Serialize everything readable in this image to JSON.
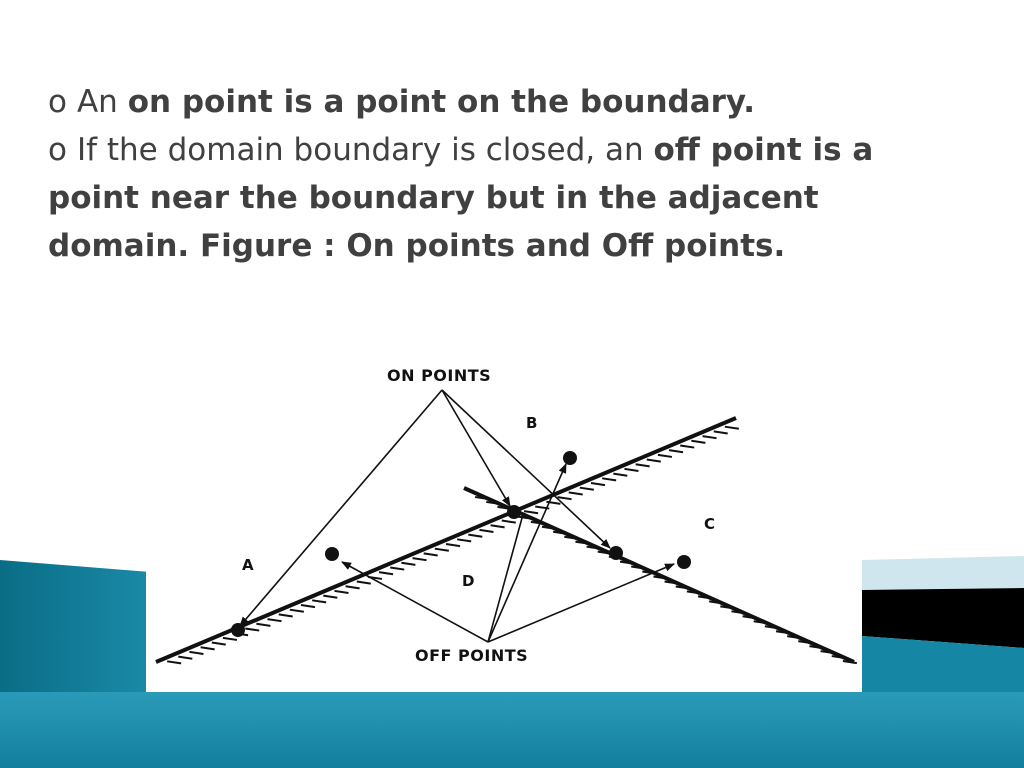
{
  "bullets": [
    {
      "marker": "o",
      "plain": "An ",
      "bold": "on point is a point on the boundary."
    },
    {
      "marker": "o",
      "plain": "If the domain boundary is closed, an ",
      "bold": "off point is a point near the boundary but in the adjacent domain. Figure : On points and Off points."
    }
  ],
  "figure": {
    "on_points_label": "ON POINTS",
    "off_points_label": "OFF POINTS",
    "region_a": "A",
    "region_b": "B",
    "region_c": "C",
    "region_d": "D"
  },
  "colors": {
    "band_dark_teal": "#0e6f88",
    "band_light": "#cfe6ee",
    "band_black": "#000000",
    "bottom_blue": "#1a86a6"
  }
}
